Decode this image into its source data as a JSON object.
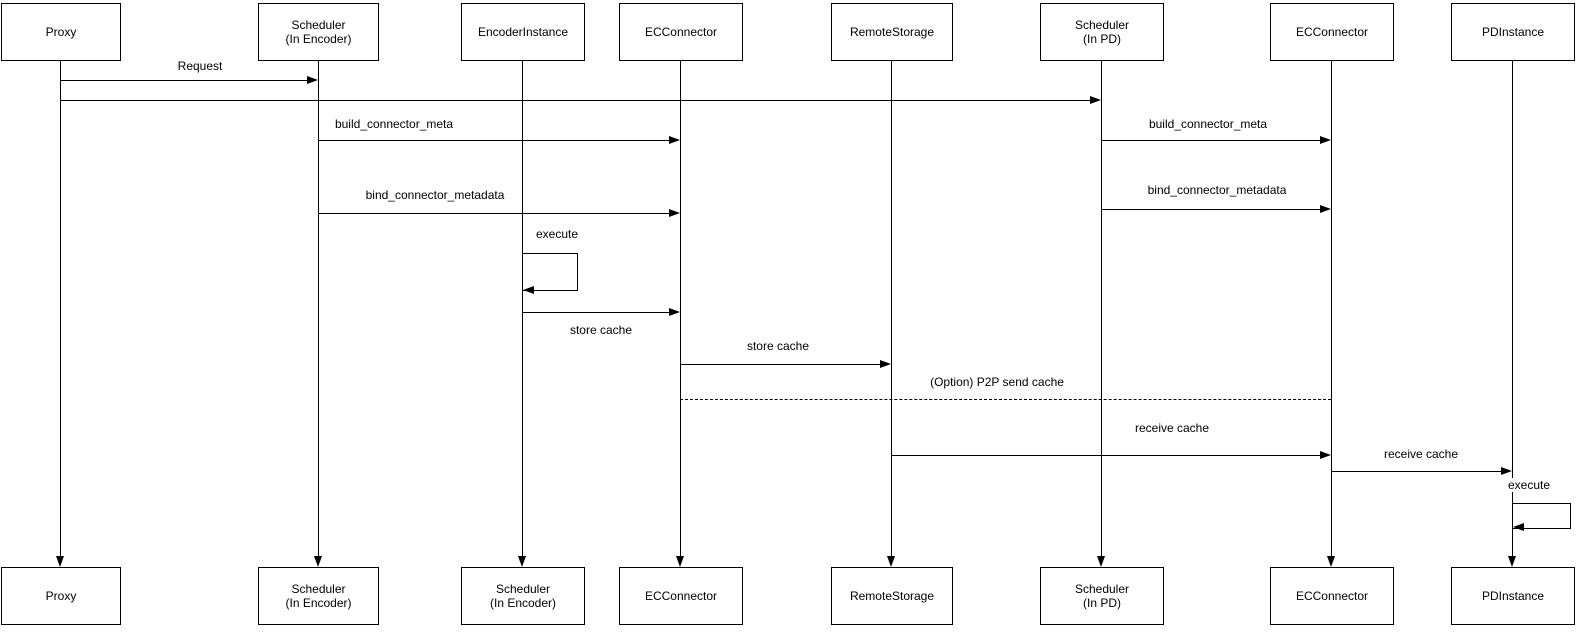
{
  "diagram": {
    "type": "sequence-diagram",
    "colors": {
      "background": "#ffffff",
      "line": "#000000",
      "text": "#000000"
    },
    "actors_top": [
      {
        "label": "Proxy"
      },
      {
        "label": "Scheduler\n(In Encoder)"
      },
      {
        "label": "EncoderInstance"
      },
      {
        "label": "ECConnector"
      },
      {
        "label": "RemoteStorage"
      },
      {
        "label": "Scheduler\n(In PD)"
      },
      {
        "label": "ECConnector"
      },
      {
        "label": "PDInstance"
      }
    ],
    "actors_bottom": [
      {
        "label": "Proxy"
      },
      {
        "label": "Scheduler\n(In Encoder)"
      },
      {
        "label": "Scheduler\n(In Encoder)"
      },
      {
        "label": "ECConnector"
      },
      {
        "label": "RemoteStorage"
      },
      {
        "label": "Scheduler\n(In PD)"
      },
      {
        "label": "ECConnector"
      },
      {
        "label": "PDInstance"
      }
    ],
    "messages": [
      {
        "label": "Request",
        "from": "Proxy",
        "to": "Scheduler (In Encoder)",
        "style": "solid"
      },
      {
        "label": "",
        "from": "Proxy",
        "to": "Scheduler (In PD)",
        "style": "solid"
      },
      {
        "label": "build_connector_meta",
        "from": "Scheduler (In Encoder)",
        "to": "ECConnector",
        "style": "solid"
      },
      {
        "label": "build_connector_meta",
        "from": "Scheduler (In PD)",
        "to": "ECConnector",
        "style": "solid"
      },
      {
        "label": "bind_connector_metadata",
        "from": "Scheduler (In Encoder)",
        "to": "ECConnector",
        "style": "solid"
      },
      {
        "label": "bind_connector_metadata",
        "from": "Scheduler (In PD)",
        "to": "ECConnector",
        "style": "solid"
      },
      {
        "label": "execute",
        "from": "EncoderInstance",
        "to": "EncoderInstance",
        "style": "self"
      },
      {
        "label": "store cache",
        "from": "EncoderInstance",
        "to": "ECConnector",
        "style": "solid"
      },
      {
        "label": "store cache",
        "from": "ECConnector",
        "to": "RemoteStorage",
        "style": "solid"
      },
      {
        "label": "(Option) P2P send cache",
        "from": "ECConnector",
        "to": "ECConnector",
        "style": "dashed"
      },
      {
        "label": "receive cache",
        "from": "RemoteStorage",
        "to": "ECConnector",
        "style": "solid"
      },
      {
        "label": "receive cache",
        "from": "ECConnector",
        "to": "PDInstance",
        "style": "solid"
      },
      {
        "label": "execute",
        "from": "PDInstance",
        "to": "PDInstance",
        "style": "self"
      }
    ]
  }
}
